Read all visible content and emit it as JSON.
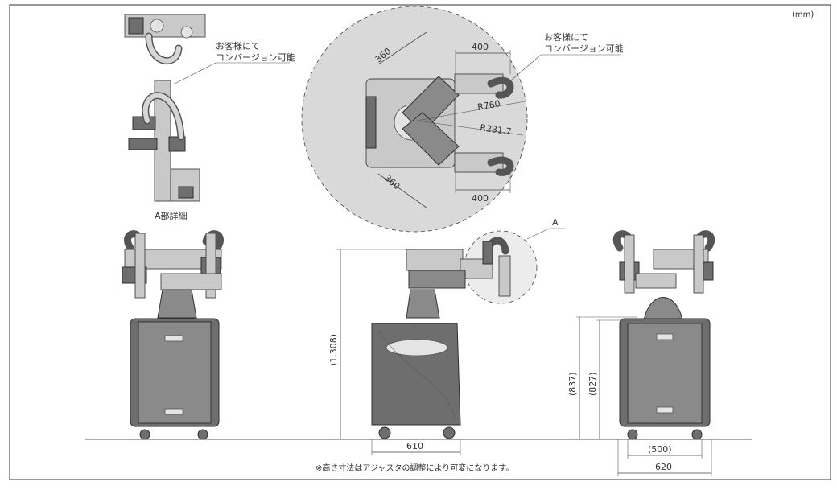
{
  "unit_label": "(mm)",
  "conversion_note": [
    "お客様にて",
    "コンバージョン可能"
  ],
  "detail_title": "A部詳細",
  "detail_marker": "A",
  "top_view": {
    "arm_length_upper": "360",
    "arm_length_lower": "360",
    "width_upper": "400",
    "width_lower": "400",
    "reach_outer": "R760",
    "reach_inner": "R231.7"
  },
  "side_view": {
    "height": "(1,308)",
    "base_width": "610"
  },
  "right_view": {
    "height_outer": "(837)",
    "height_inner": "(827)",
    "base_inner": "(500)",
    "base_outer": "620"
  },
  "footnote": "※高さ寸法はアジャスタの調整により可変になります。",
  "colors": {
    "line": "#444444",
    "body": "#8a8a8a",
    "zone": "#d9d9d9"
  }
}
